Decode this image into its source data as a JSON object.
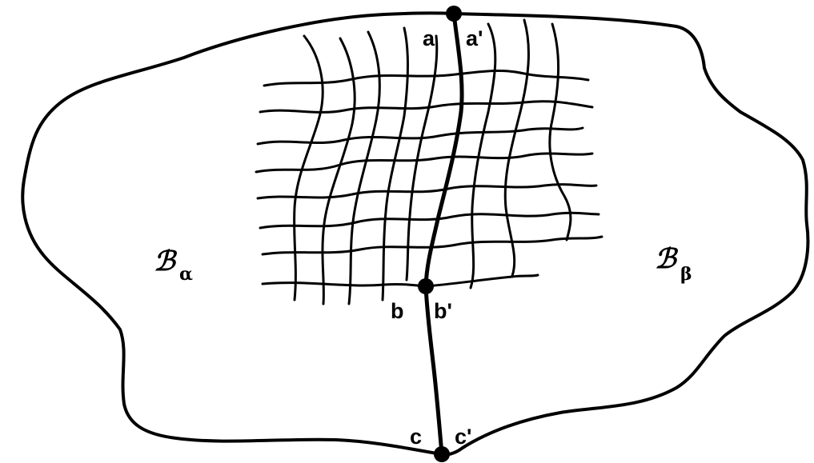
{
  "diagram": {
    "regions": {
      "alpha": {
        "symbol": "ℬ",
        "subscript": "α"
      },
      "beta": {
        "symbol": "ℬ",
        "subscript": "β"
      }
    },
    "points": {
      "a": "a",
      "a_prime": "a'",
      "b": "b",
      "b_prime": "b'",
      "c": "c",
      "c_prime": "c'"
    }
  }
}
